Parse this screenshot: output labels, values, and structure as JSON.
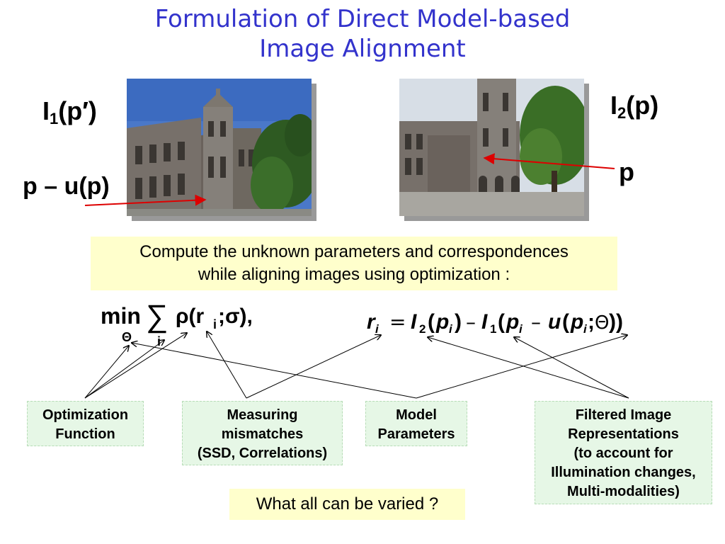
{
  "slide": {
    "title_line1": "Formulation of Direct Model-based",
    "title_line2": "Image Alignment",
    "label_i1_base": "I",
    "label_i1_sub": "1",
    "label_i1_arg": "(p′)",
    "label_i2_base": "I",
    "label_i2_sub": "2",
    "label_i2_arg": "(p)",
    "label_pu": "p – u(p)",
    "label_p": "p",
    "compute_line1": "Compute the unknown parameters and correspondences",
    "compute_line2": "while aligning images using optimization :",
    "formula_min": "min",
    "formula_theta": "Θ",
    "formula_sum": "∑",
    "formula_sum_sub": "i",
    "formula_rho": "ρ(r",
    "formula_rho_sub": "i",
    "formula_rho_end": ";σ),",
    "box_opt_line1": "Optimization",
    "box_opt_line2": "Function",
    "box_meas_line1": "Measuring",
    "box_meas_line2": "mismatches",
    "box_meas_line3": "(SSD, Correlations)",
    "box_model_line1": "Model",
    "box_model_line2": "Parameters",
    "box_filt_line1": "Filtered Image",
    "box_filt_line2": "Representations",
    "box_filt_line3": "(to account for",
    "box_filt_line4": "Illumination changes,",
    "box_filt_line5": "Multi-modalities)",
    "question": "What all can be varied ?"
  },
  "colors": {
    "title": "#3333cc",
    "arrow_red": "#dd0000",
    "note_yellow": "#ffffcc",
    "box_green": "#e6f7e6"
  }
}
